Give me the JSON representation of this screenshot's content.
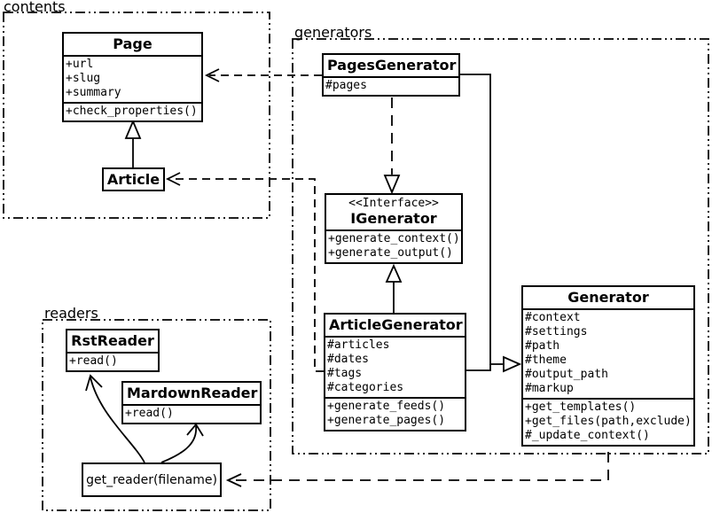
{
  "diagram": {
    "packages": {
      "contents": {
        "label": "contents"
      },
      "generators": {
        "label": "generators"
      },
      "readers": {
        "label": "readers"
      }
    },
    "classes": {
      "page": {
        "name": "Page",
        "attributes": [
          "+url",
          "+slug",
          "+summary"
        ],
        "methods": [
          "+check_properties()"
        ]
      },
      "article": {
        "name": "Article"
      },
      "pagesGenerator": {
        "name": "PagesGenerator",
        "attributes": [
          "#pages"
        ]
      },
      "iGenerator": {
        "stereotype": "<<Interface>>",
        "name": "IGenerator",
        "methods": [
          "+generate_context()",
          "+generate_output()"
        ]
      },
      "articleGenerator": {
        "name": "ArticleGenerator",
        "attributes": [
          "#articles",
          "#dates",
          "#tags",
          "#categories"
        ],
        "methods": [
          "+generate_feeds()",
          "+generate_pages()"
        ]
      },
      "generator": {
        "name": "Generator",
        "attributes": [
          "#context",
          "#settings",
          "#path",
          "#theme",
          "#output_path",
          "#markup"
        ],
        "methods": [
          "+get_templates()",
          "+get_files(path,exclude)",
          "#_update_context()"
        ]
      },
      "rstReader": {
        "name": "RstReader",
        "methods": [
          "+read()"
        ]
      },
      "mardownReader": {
        "name": "MardownReader",
        "methods": [
          "+read()"
        ]
      },
      "getReader": {
        "label": "get_reader(filename)"
      }
    },
    "colors": {
      "line": "#000000",
      "background": "#ffffff",
      "boxFill": "#ffffff"
    }
  }
}
